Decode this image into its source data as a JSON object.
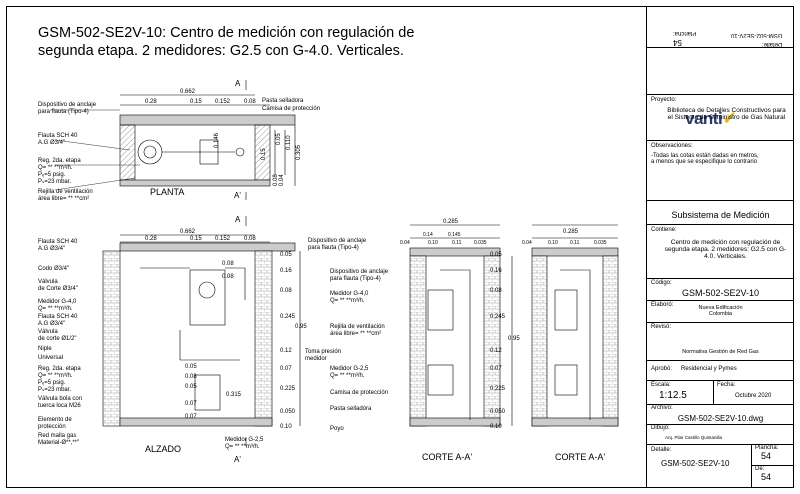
{
  "title": "GSM-502-SE2V-10: Centro de medición con regulación de segunda etapa.  2 medidores: G2.5 con G-4.0. Verticales.",
  "views": {
    "planta": "PLANTA",
    "alzado": "ALZADO",
    "corte1": "CORTE A-A'",
    "corte2": "CORTE A-A'",
    "section_mark_a": "A",
    "section_mark_a_prime": "A'"
  },
  "plan_dims": {
    "total": "0.662",
    "d1": "0.28",
    "d2": "0.15",
    "d3": "0.152",
    "d4": "0.08",
    "v1": "0.146",
    "v2": "0.110",
    "v3": "0.05",
    "v4": "0.305",
    "v5": "0.04",
    "v6": "0.08",
    "v7": "0.15"
  },
  "plan_labels": {
    "dispositivo": "Dispositivo de anclaje",
    "dispositivo2": "para flauta (Tipo-4)",
    "pasta": "Pasta selladora",
    "camisa": "Camisa de protección",
    "flauta": "Flauta SCH 40",
    "flauta2": "A.G Ø3/4\"",
    "reg1": "Reg. 2da. etapa",
    "reg2": "Q= ** **m³/h.",
    "reg3": "Pₑ=5 psig.",
    "reg4": "Pₛ=23 mbar.",
    "rejilla": "Rejilla de ventilación",
    "rejilla2": "área libre= ** **cm²"
  },
  "elev_labels": {
    "flauta": "Flauta SCH 40",
    "flauta2": "A.G Ø3/4\"",
    "codo": "Codo Ø3/4\"",
    "valv1": "Válvula",
    "valv1b": "de Corte Ø3/4\"",
    "med4": "Medidor G-4,0",
    "med4b": "Q= ** **m³/h.",
    "flauta3": "Flauta SCH 40",
    "flauta3b": "A.G Ø3/4\"",
    "valv2": "Válvula",
    "valv2b": "de corte Ø1/2\"",
    "niple": "Niple",
    "universal": "Universal",
    "reg1": "Reg. 2da. etapa",
    "reg2": "Q= ** **m³/h.",
    "reg3": "Pₑ=5 psig.",
    "reg4": "Pₛ=23 mbar.",
    "valvbola": "Válvula bola con",
    "valvbola2": "tuerca loca M26",
    "elem": "Elemento de",
    "elem2": "protección",
    "malla": "Red malla gas",
    "malla2": "Material-Ø**,**\"",
    "med25": "Medidor G-2,5",
    "med25b": "Q= ** **m³/h.",
    "toma": "Toma presión",
    "toma2": "medidor",
    "dispositivo": "Dispositivo de anclaje",
    "dispositivo2": "para flauta (Tipo-4)"
  },
  "elev_dims": {
    "total": "0.662",
    "d1": "0.28",
    "d2": "0.15",
    "d3": "0.152",
    "d4": "0.08",
    "r": [
      "0.05",
      "0.16",
      "0.08",
      "0.245",
      "0.12",
      "0.07",
      "0.225",
      "0.050",
      "0.10"
    ],
    "total_v": "0.95",
    "inner": [
      "0.08",
      "0.08",
      "0.05",
      "0.08",
      "0.05",
      "0.07",
      "0.315",
      "0.07"
    ]
  },
  "corte_labels": {
    "dispositivo": "Dispositivo de anclaje",
    "dispositivo2": "para flauta (Tipo-4)",
    "med4": "Medidor G-4,0",
    "med4b": "Q= ** **m³/h.",
    "rejilla": "Rejilla de ventilación",
    "rejilla2": "área libre= ** **cm²",
    "med25": "Medidor G-2,5",
    "med25b": "Q= ** **m³/h.",
    "camisa": "Camisa de protección",
    "pasta": "Pasta selladora",
    "poyo": "Poyo"
  },
  "corte_dims": {
    "top": "0.285",
    "t": [
      "0.04",
      "0.14",
      "0.145",
      "0.035"
    ],
    "t2": [
      "0.04",
      "0.10",
      "0.11",
      "0.035"
    ],
    "r": [
      "0.05",
      "0.16",
      "0.08",
      "0.245",
      "0.12",
      "0.07",
      "0.225",
      "0.050",
      "0.10"
    ],
    "total_v": "0.95"
  },
  "panel": {
    "code_top": "GSM-502-SE2V-10",
    "detalle_label": "Detalle:",
    "plancha_label": "Plancha:",
    "plancha_top": "54",
    "brand": "vanti",
    "proyecto_label": "Proyecto:",
    "proyecto": "Biblioteca de Detalles Constructivos para el Sistema de Suministro de Gas Natural",
    "obs_label": "Observaciones:",
    "obs": "-Todas las cotas están dadas en metros, a menos que se especifique lo contrario",
    "subsistema": "Subsistema de Medición",
    "contiene_label": "Contiene:",
    "contiene": "Centro de medición con regulación de segunda etapa. 2 medidores: G2.5 con G-4.0. Verticales.",
    "codigo_label": "Código:",
    "codigo": "GSM-502-SE2V-10",
    "elaboro_label": "Elaboró:",
    "elaboro": "Nueva Edificación Colombia",
    "reviso_label": "Revisó:",
    "reviso": "Normativa Gestión de Red Gas",
    "aprobo_label": "Aprobó:",
    "aprobo": "Residencial y Pymes",
    "escala_label": "Escala:",
    "escala": "1:12.5",
    "fecha_label": "Fecha:",
    "fecha": "Octubre 2020",
    "archivo_label": "Archivo:",
    "archivo": "GSM-502-SE2V-10.dwg",
    "dibujo_label": "Dibujó:",
    "dibujo": "Arq. Pilar Castillo Quintanilla",
    "detalle_bottom_label": "Detalle:",
    "detalle_bottom": "GSM-502-SE2V-10",
    "plancha_label2": "Plancha:",
    "plancha": "54",
    "de_label": "De:",
    "de": "54"
  }
}
